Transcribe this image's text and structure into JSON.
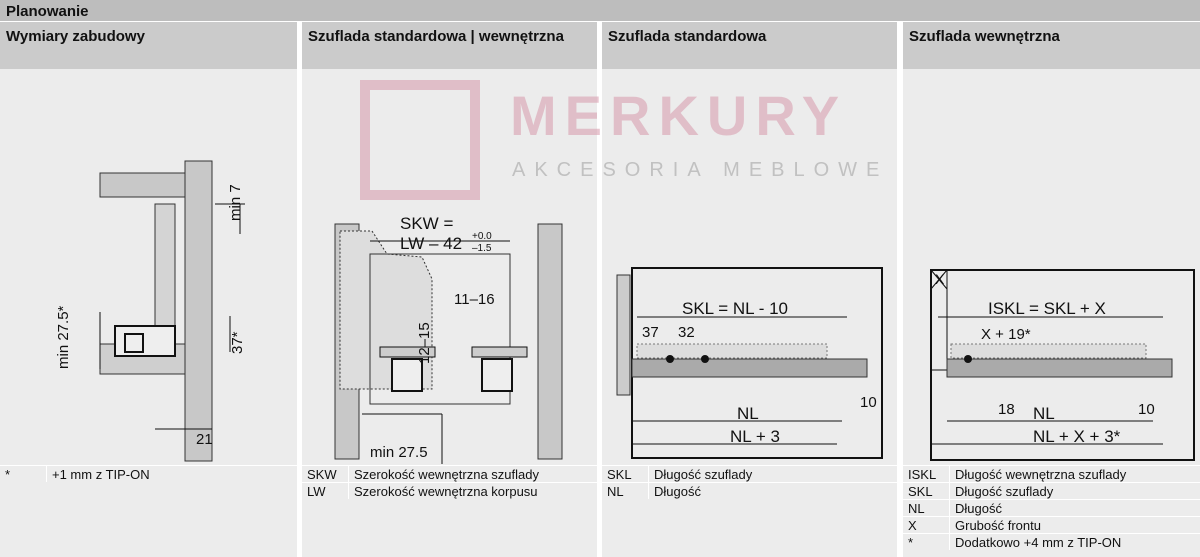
{
  "title": "Planowanie",
  "columns": [
    {
      "header": "Wymiary zabudowy",
      "labels": {
        "min7": "min 7",
        "min275": "min 27.5*",
        "d37": "37*",
        "d21": "21"
      },
      "legend": [
        {
          "key": "*",
          "value": "+1 mm z TIP-ON"
        }
      ]
    },
    {
      "header": "Szuflada standardowa | wewnętrzna",
      "labels": {
        "skw": "SKW =",
        "lw": "LW – 42",
        "tolp": "+0.0",
        "tolm": "–1.5",
        "d1116": "11–16",
        "d1215": "12–15",
        "min275": "min 27.5"
      },
      "legend": [
        {
          "key": "SKW",
          "value": "Szerokość wewnętrzna szuflady"
        },
        {
          "key": "LW",
          "value": "Szerokość wewnętrzna korpusu"
        }
      ]
    },
    {
      "header": "Szuflada standardowa",
      "labels": {
        "skl": "SKL = NL - 10",
        "d37": "37",
        "d32": "32",
        "d10": "10",
        "nl": "NL",
        "nl3": "NL + 3"
      },
      "legend": [
        {
          "key": "SKL",
          "value": "Długość szuflady"
        },
        {
          "key": "NL",
          "value": "Długość"
        }
      ]
    },
    {
      "header": "Szuflada wewnętrzna",
      "labels": {
        "x": "X",
        "iskl": "ISKL = SKL + X",
        "x19": "X + 19*",
        "d18": "18",
        "nl": "NL",
        "d10": "10",
        "nlx3": "NL + X + 3*"
      },
      "legend": [
        {
          "key": "ISKL",
          "value": "Długość wewnętrzna szuflady"
        },
        {
          "key": "SKL",
          "value": "Długość szuflady"
        },
        {
          "key": "NL",
          "value": "Długość"
        },
        {
          "key": "X",
          "value": "Grubość frontu"
        },
        {
          "key": "*",
          "value": "Dodatkowo +4 mm z TIP-ON"
        }
      ]
    }
  ],
  "watermark": {
    "brand": "MERKURY",
    "tagline": "AKCESORIA MEBLOWE",
    "color": "#d9a0b0"
  }
}
